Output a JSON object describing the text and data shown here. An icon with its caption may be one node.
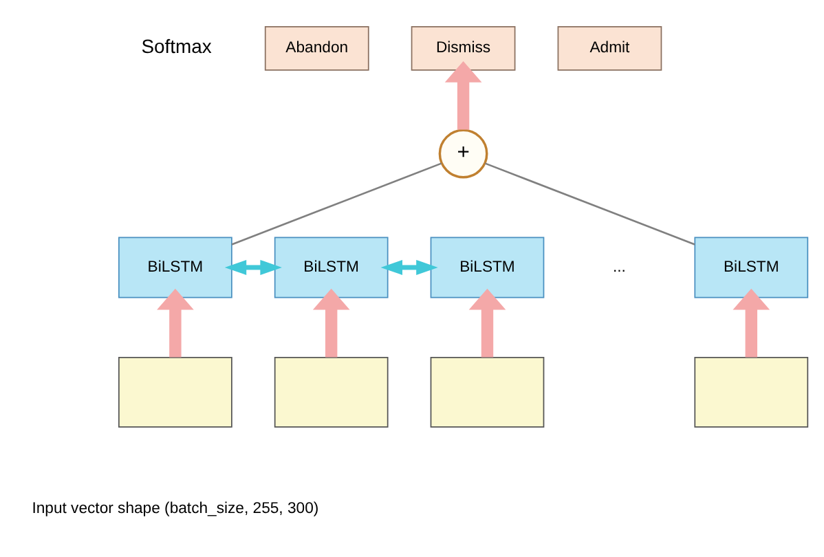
{
  "diagram": {
    "nodes": [
      {
        "text": [
          "Abandon"
        ]
      },
      {
        "text": [
          "Dismiss"
        ]
      },
      {
        "text": [
          "Admit"
        ]
      },
      {
        "text": [
          "+"
        ]
      },
      {
        "text": [
          "BiLSTM"
        ]
      },
      {
        "text": [
          "BiLSTM"
        ]
      },
      {
        "text": [
          "BiLSTM"
        ]
      },
      {
        "text": [
          "BiLSTM"
        ]
      },
      {
        "text": [],
        "shape": "box"
      },
      {
        "text": [],
        "shape": "box"
      },
      {
        "text": [],
        "shape": "box"
      },
      {
        "text": [],
        "shape": "box"
      }
    ],
    "edges": [
      {
        "from": 3,
        "to": 1,
        "arrow": "to"
      },
      {
        "from": 4,
        "to": 3,
        "arrow": "none",
        "color": "#808080"
      },
      {
        "from": 7,
        "to": 3,
        "arrow": "none",
        "color": "#808080"
      },
      {
        "from": 4,
        "to": 5,
        "arrow": "both",
        "color": "#40c8d8"
      },
      {
        "from": 5,
        "to": 6,
        "arrow": "both",
        "color": "#40c8d8"
      },
      {
        "from": 8,
        "to": 4,
        "arrow": "to"
      },
      {
        "from": 9,
        "to": 5,
        "arrow": "to"
      },
      {
        "from": 10,
        "to": 6,
        "arrow": "to"
      },
      {
        "from": 11,
        "to": 7,
        "arrow": "to"
      }
    ],
    "labels": [
      "Softmax",
      "...",
      "Input vector shape (batch_size, 255, 300)"
    ]
  }
}
